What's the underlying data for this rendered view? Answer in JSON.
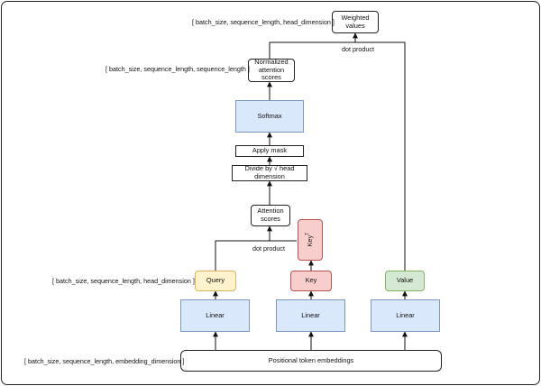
{
  "nodes": {
    "weighted_values": "Weighted values",
    "normalized_scores": "Normalized attention scores",
    "softmax": "Softmax",
    "apply_mask": "Apply mask",
    "divide": "Divide by √ head dimension",
    "attention_scores": "Attention scores",
    "key_transpose": "Key",
    "key_transpose_sup": "T",
    "query": "Query",
    "key": "Key",
    "value": "Value",
    "linear_q": "Linear",
    "linear_k": "Linear",
    "linear_v": "Linear",
    "embeddings": "Positional token embeddings"
  },
  "edge_labels": {
    "dot_product_top": "dot product",
    "dot_product_mid": "dot product"
  },
  "shape_labels": {
    "weighted": "[ batch_size, sequence_length, head_dimension ]",
    "scores": "[ batch_size, sequence_length, sequence_length ]",
    "qkv": "[ batch_size, sequence_length, head_dimension ]",
    "embed": "[ batch_size, sequence_length, embedding_dimension ]"
  },
  "colors": {
    "linear": "#dae8fc",
    "query": "#fff2cc",
    "key": "#f8cecc",
    "value": "#d5e8d4"
  }
}
